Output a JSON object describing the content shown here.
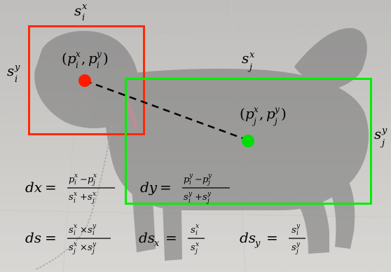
{
  "colors": {
    "box_i": "#ff2a00",
    "box_j": "#00ee00",
    "point_i": "#ff1a00",
    "point_j": "#00dd00",
    "connector": "#000000"
  },
  "labels": {
    "s_i_x": "s_i^x",
    "s_i_y": "s_i^y",
    "s_j_x": "s_j^x",
    "s_j_y": "s_j^y",
    "p_i": "(p_i^x, p_i^y)",
    "p_j": "(p_j^x, p_j^y)"
  },
  "formulas": {
    "dx": "dx = (p_i^x − p_j^x) / (s_i^x + s_j^x)",
    "dy": "dy = (p_i^y − p_j^y) / (s_i^y + s_j^y)",
    "ds": "ds = (s_i^x × s_i^y) / (s_j^x × s_j^y)",
    "ds_x": "ds_x = s_i^x / s_j^x",
    "ds_y": "ds_y = s_i^y / s_j^y"
  }
}
